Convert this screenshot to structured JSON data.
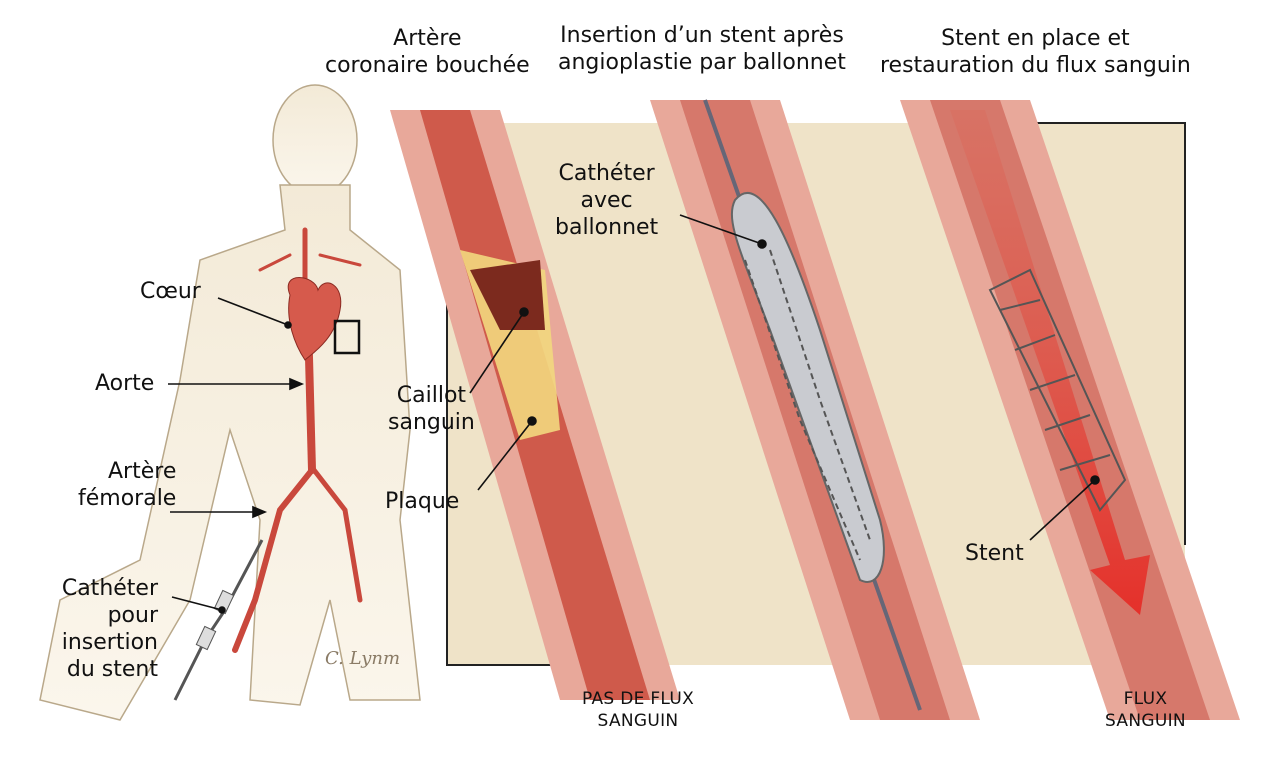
{
  "titles": {
    "panel1": [
      "Artère",
      "coronaire bouchée"
    ],
    "panel2": [
      "Insertion d’un stent après",
      "angioplastie par ballonnet"
    ],
    "panel3": [
      "Stent en place et",
      "restauration du flux sanguin"
    ]
  },
  "body_labels": {
    "heart": "Cœur",
    "aorta": "Aorte",
    "femoral": [
      "Artère",
      "fémorale"
    ],
    "catheter": [
      "Cathéter",
      "pour",
      "insertion",
      "du stent"
    ]
  },
  "detail_labels": {
    "balloon_catheter": [
      "Cathéter",
      "avec",
      "ballonnet"
    ],
    "clot": [
      "Caillot",
      "sanguin"
    ],
    "plaque": "Plaque",
    "stent": "Stent"
  },
  "captions": {
    "no_flow": [
      "PAS DE FLUX",
      "SANGUIN"
    ],
    "flow": [
      "FLUX",
      "SANGUIN"
    ]
  },
  "signature": "C. Lynm",
  "colors": {
    "background": "#efe3c8",
    "vessel_wall": "#e8a89a",
    "blood": "#c9382e",
    "plaque": "#f2d77e"
  }
}
